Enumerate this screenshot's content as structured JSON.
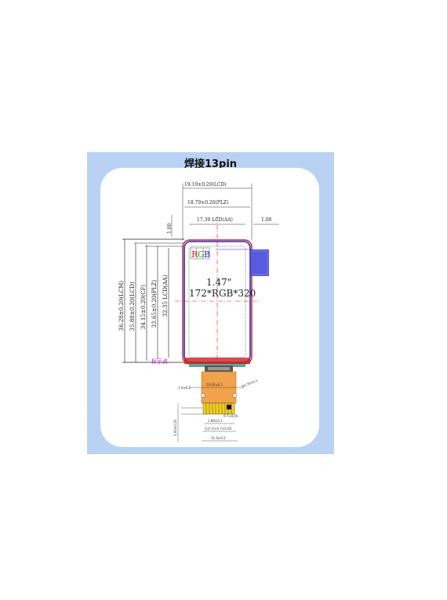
{
  "title": "焊接13pin",
  "dims": {
    "top1": "19.19±0.20(LCD)",
    "top2": "18.79±0.20(PLZ)",
    "top3": "17.39  LCD(AA)",
    "left_margin": "1.00",
    "right_margin": "1.00",
    "v1": "36.28±0.20(LCM)",
    "v2": "35.88±0.20(LCD)",
    "v3": "34.15±0.20(CF)",
    "v4": "33.65±0.20(PLZ)",
    "v5": "32.35   LCD(AA)",
    "fpc_w": "20.00±0.1",
    "fpc_small": "1.0±0.2",
    "fpc_r": "R0.30±0.1",
    "fpc_b1": "1.80±0.1",
    "fpc_b2": "(12-1)×0.7±0.05",
    "fpc_b3": "11.4±0.2",
    "fpc_pitch": "0.7±0.05",
    "fpc_v": "5.00±0.20"
  },
  "display": {
    "rgb": [
      "R",
      "G",
      "B"
    ],
    "size": "1.47\"",
    "resolution": "172*RGB*320",
    "marker": "标示点"
  },
  "colors": {
    "frame_bg": "#b9d2f3",
    "outline": "#1b2ad6",
    "lcd_edge": "#d61b1b",
    "fpc": "#f1a24a",
    "pads": "#f4d21a",
    "patch": "#3b3ed8"
  }
}
